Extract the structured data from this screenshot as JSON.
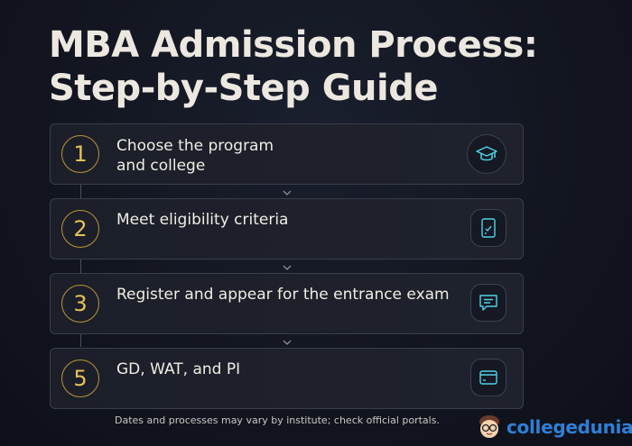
{
  "title": {
    "line1": "MBA Admission Process:",
    "line2": "Step-by-Step Guide"
  },
  "steps": [
    {
      "number": "1",
      "label": "Choose the program and college",
      "icon": "graduation-cap-icon"
    },
    {
      "number": "2",
      "label": "Meet eligibility criteria",
      "icon": "checklist-document-icon"
    },
    {
      "number": "3",
      "label": "Register and appear for the entrance exam",
      "icon": "chat-bubble-icon"
    },
    {
      "number": "5",
      "label": "GD, WAT, and PI",
      "icon": "id-card-icon"
    }
  ],
  "footer": "Dates and processes may vary by institute; check official portals.",
  "logo": {
    "text": "collegedunia"
  },
  "colors": {
    "accent_gold": "#e6c25a",
    "icon_cyan": "#4fd3e8",
    "logo_blue": "#2f7fd6"
  }
}
